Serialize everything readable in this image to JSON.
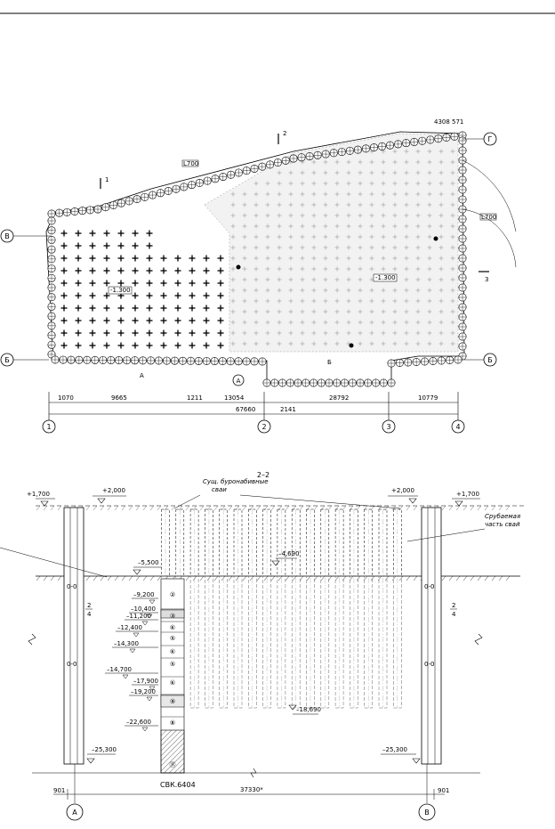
{
  "plan": {
    "axes_letters": [
      "В",
      "Б",
      "Г",
      "Б",
      "А"
    ],
    "axes_numbers": [
      "1",
      "2",
      "3",
      "4"
    ],
    "section_mark": "2",
    "section_mark_side": "3",
    "section_mark_left": "1",
    "dims_bottom": [
      "1070",
      "9665",
      "1211",
      "13054",
      "28792",
      "10779"
    ],
    "dim_total": "67660",
    "dim_sub": "2141",
    "dims_top": [
      "4308",
      "571"
    ],
    "label_a": "А",
    "label_b": "Б",
    "elev_marks": [
      "-1.300",
      "-1.300",
      "L700",
      "L700"
    ]
  },
  "section": {
    "title": "2–2",
    "label_existing_piles_line1": "Сущ. буронабивные",
    "label_existing_piles_line2": "сваи",
    "label_cut_part_line1": "Срубаемая",
    "label_cut_part_line2": "часть свай",
    "elevations_top": [
      "+1,700",
      "+2,000",
      "+2,000",
      "+1,700"
    ],
    "elevation_excavation": "–5,500",
    "elevation_pile_head": "–4,690",
    "elevation_pile_toe": "–18,690",
    "borehole_levels": [
      "–9,200",
      "–10,400",
      "–11,200",
      "–12,400",
      "–14,300",
      "–14,700",
      "–17,900",
      "–19,200",
      "–22,600",
      "–25,300"
    ],
    "wall_bottom_right": "–25,300",
    "layers": [
      "②",
      "③",
      "⑥",
      "⑤",
      "⑥",
      "⑤",
      "⑥",
      "⑨",
      "⑧",
      "⑪"
    ],
    "borehole_name": "СВК.6404",
    "wall_mark_top": "0-0",
    "wall_mark_mid": "0-0",
    "axis_ratio_top": "2",
    "axis_ratio_bottom": "4",
    "dim_left": "901",
    "dim_span": "37330*",
    "dim_right": "901",
    "axis_left": "А",
    "axis_right": "В"
  }
}
